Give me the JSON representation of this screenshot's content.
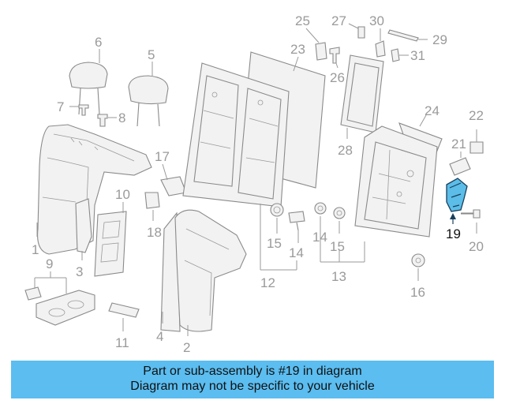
{
  "highlight_color": "#5bbdf0",
  "callouts": {
    "n1": "1",
    "n2": "2",
    "n3": "3",
    "n4": "4",
    "n5": "5",
    "n6": "6",
    "n7": "7",
    "n8": "8",
    "n9": "9",
    "n10": "10",
    "n11": "11",
    "n12": "12",
    "n13": "13",
    "n14a": "14",
    "n14b": "14",
    "n15a": "15",
    "n15b": "15",
    "n16": "16",
    "n17": "17",
    "n18": "18",
    "n19": "19",
    "n20": "20",
    "n21": "21",
    "n22": "22",
    "n23": "23",
    "n24": "24",
    "n25": "25",
    "n26": "26",
    "n27": "27",
    "n28": "28",
    "n29": "29",
    "n30": "30",
    "n31": "31"
  },
  "banner": {
    "line1": "Part or sub-assembly is #19 in diagram",
    "line2": "Diagram may not be specific to your vehicle"
  }
}
